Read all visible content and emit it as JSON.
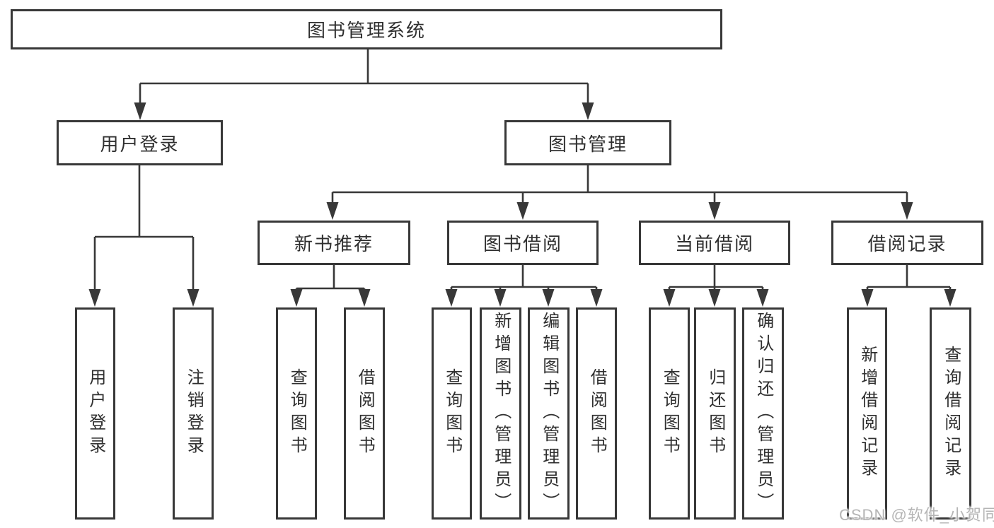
{
  "watermark": "CSDN @软件_小贺同学",
  "nodes": {
    "root": "图书管理系统",
    "user_login": "用户登录",
    "book_mgmt": "图书管理",
    "new_book_rec": "新书推荐",
    "book_borrow": "图书借阅",
    "current_borrow": "当前借阅",
    "borrow_record": "借阅记录",
    "ul_user_login": "用户登录",
    "ul_logout": "注销登录",
    "nb_query_book": "查询图书",
    "nb_borrow_book": "借阅图书",
    "bb_query_book": "查询图书",
    "bb_add_book": "新增图书（管理员）",
    "bb_edit_book": "编辑图书（管理员）",
    "bb_borrow_book": "借阅图书",
    "cb_query_book": "查询图书",
    "cb_return_book": "归还图书",
    "cb_confirm_return": "确认归还（管理员）",
    "br_add_record": "新增借阅记录",
    "br_query_record": "查询借阅记录"
  },
  "hierarchy": {
    "图书管理系统": {
      "用户登录": [
        "用户登录",
        "注销登录"
      ],
      "图书管理": {
        "新书推荐": [
          "查询图书",
          "借阅图书"
        ],
        "图书借阅": [
          "查询图书",
          "新增图书（管理员）",
          "编辑图书（管理员）",
          "借阅图书"
        ],
        "当前借阅": [
          "查询图书",
          "归还图书",
          "确认归还（管理员）"
        ],
        "借阅记录": [
          "新增借阅记录",
          "查询借阅记录"
        ]
      }
    }
  },
  "colors": {
    "line": "#383838",
    "text": "#2f2f2f",
    "background": "#ffffff",
    "watermark": "#b5b5b5"
  }
}
